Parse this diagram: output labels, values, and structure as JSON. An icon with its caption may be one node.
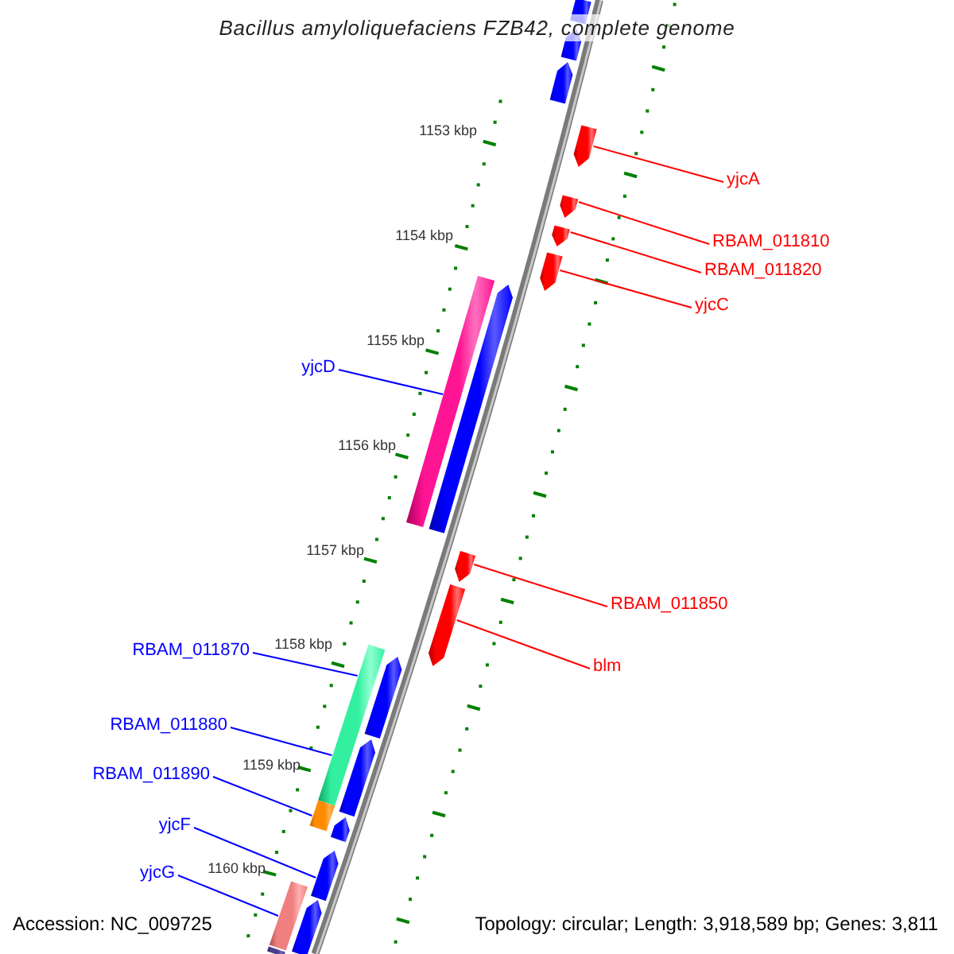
{
  "diagram": {
    "title": "Bacillus amyloliquefaciens FZB42, complete genome",
    "nodes": [
      {
        "text": [
          "yjcA"
        ]
      },
      {
        "text": [
          "RBAM_011810"
        ]
      },
      {
        "text": [
          "RBAM_011820"
        ]
      },
      {
        "text": [
          "yjcC"
        ]
      },
      {
        "text": [
          "yjcD"
        ]
      },
      {
        "text": [
          "RBAM_011850"
        ]
      },
      {
        "text": [
          "RBAM_011870"
        ]
      },
      {
        "text": [
          "blm"
        ]
      },
      {
        "text": [
          "RBAM_011880"
        ]
      },
      {
        "text": [
          "RBAM_011890"
        ]
      },
      {
        "text": [
          "yjcF"
        ]
      },
      {
        "text": [
          "yjcG"
        ]
      },
      {
        "text": [],
        "shape": "bar"
      },
      {
        "text": [],
        "shape": "arrow"
      },
      {
        "text": [],
        "shape": "arrow"
      },
      {
        "text": [],
        "shape": "arrow"
      },
      {
        "text": [],
        "shape": "arrow"
      },
      {
        "text": [],
        "shape": "arrow"
      },
      {
        "text": [],
        "shape": "arrow"
      },
      {
        "text": [],
        "shape": "bar"
      },
      {
        "text": [],
        "shape": "arrow"
      },
      {
        "text": [],
        "shape": "arrow"
      },
      {
        "text": [],
        "shape": "arrow"
      },
      {
        "text": [],
        "shape": "bar"
      },
      {
        "text": [],
        "shape": "arrow"
      },
      {
        "text": [],
        "shape": "arrow"
      },
      {
        "text": [],
        "shape": "bar"
      },
      {
        "text": [],
        "shape": "arrow"
      },
      {
        "text": [],
        "shape": "arrow"
      },
      {
        "text": [],
        "shape": "bar"
      },
      {
        "text": [],
        "shape": "arrow"
      },
      {
        "text": [],
        "shape": "bar"
      }
    ],
    "edges": [
      {
        "from": 0,
        "to": 15,
        "arrow": "none",
        "color": "#ff0000"
      },
      {
        "from": 1,
        "to": 16,
        "arrow": "none",
        "color": "#ff0000"
      },
      {
        "from": 2,
        "to": 17,
        "arrow": "none",
        "color": "#ff0000"
      },
      {
        "from": 3,
        "to": 18,
        "arrow": "none",
        "color": "#ff0000"
      },
      {
        "from": 4,
        "to": 19,
        "arrow": "none",
        "color": "#0000ff"
      },
      {
        "from": 5,
        "to": 21,
        "arrow": "none",
        "color": "#ff0000"
      },
      {
        "from": 6,
        "to": 23,
        "arrow": "none",
        "color": "#0000ff"
      },
      {
        "from": 7,
        "to": 22,
        "arrow": "none",
        "color": "#ff0000"
      },
      {
        "from": 8,
        "to": 23,
        "arrow": "none",
        "color": "#0000ff"
      },
      {
        "from": 9,
        "to": 26,
        "arrow": "none",
        "color": "#0000ff"
      },
      {
        "from": 10,
        "to": 28,
        "arrow": "none",
        "color": "#0000ff"
      },
      {
        "from": 11,
        "to": 29,
        "arrow": "none",
        "color": "#0000ff"
      }
    ],
    "labels": [
      "1153 kbp",
      "1154 kbp",
      "1155 kbp",
      "1156 kbp",
      "1157 kbp",
      "1158 kbp",
      "1159 kbp",
      "1160 kbp",
      "Accession: NC_009725",
      "Topology: circular; Length: 3,918,589 bp; Genes: 3,811"
    ]
  }
}
